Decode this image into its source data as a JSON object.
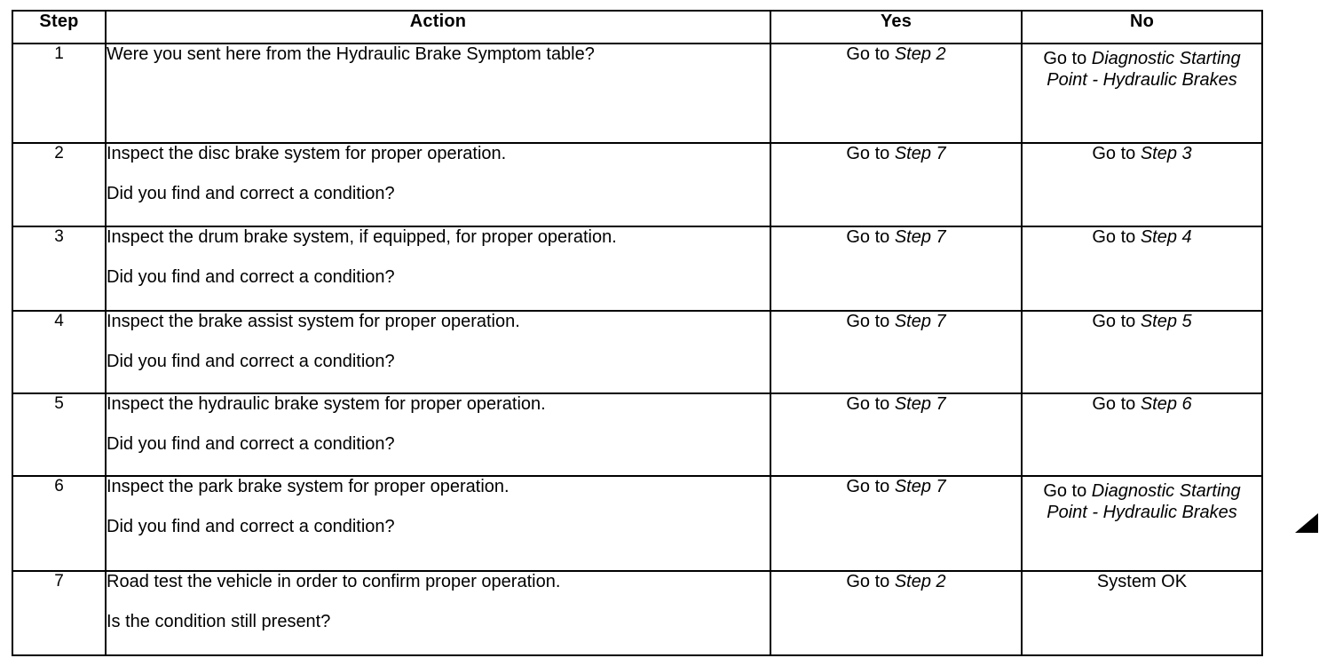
{
  "table": {
    "headers": [
      "Step",
      "Action",
      "Yes",
      "No"
    ],
    "rows": [
      {
        "step": "1",
        "action_line1": "Were you sent here from the Hydraulic Brake Symptom table?",
        "action_line2": "",
        "yes_prefix": "Go to ",
        "yes_ref": "Step 2",
        "yes_align": "bottom",
        "no_prefix": "Go to ",
        "no_ref": "Diagnostic Starting Point - Hydraulic Brakes",
        "no_align": "top"
      },
      {
        "step": "2",
        "action_line1": "Inspect the disc brake system for proper operation.",
        "action_line2": "Did you find and correct a condition?",
        "yes_prefix": "Go to ",
        "yes_ref": "Step 7",
        "yes_align": "bottom",
        "no_prefix": "Go to ",
        "no_ref": "Step 3",
        "no_align": "bottom"
      },
      {
        "step": "3",
        "action_line1": "Inspect the drum brake system, if equipped, for proper operation.",
        "action_line2": "Did you find and correct a condition?",
        "yes_prefix": "Go to ",
        "yes_ref": "Step 7",
        "yes_align": "bottom",
        "no_prefix": "Go to ",
        "no_ref": "Step 4",
        "no_align": "bottom"
      },
      {
        "step": "4",
        "action_line1": "Inspect the brake assist system for proper operation.",
        "action_line2": "Did you find and correct a condition?",
        "yes_prefix": "Go to ",
        "yes_ref": "Step 7",
        "yes_align": "bottom",
        "no_prefix": "Go to ",
        "no_ref": "Step 5",
        "no_align": "bottom"
      },
      {
        "step": "5",
        "action_line1": "Inspect the hydraulic brake system for proper operation.",
        "action_line2": "Did you find and correct a condition?",
        "yes_prefix": "Go to ",
        "yes_ref": "Step 7",
        "yes_align": "bottom",
        "no_prefix": "Go to ",
        "no_ref": "Step 6",
        "no_align": "bottom"
      },
      {
        "step": "6",
        "action_line1": "Inspect the park brake system for proper operation.",
        "action_line2": "Did you find and correct a condition?",
        "yes_prefix": "Go to ",
        "yes_ref": "Step 7",
        "yes_align": "bottom",
        "no_prefix": "Go to ",
        "no_ref": "Diagnostic Starting Point - Hydraulic Brakes",
        "no_align": "top"
      },
      {
        "step": "7",
        "action_line1": "Road test the vehicle in order to confirm proper operation.",
        "action_line2": "Is the condition still present?",
        "yes_prefix": "Go to ",
        "yes_ref": "Step 2",
        "yes_align": "bottom",
        "no_prefix": "System OK",
        "no_ref": "",
        "no_align": "bottom"
      }
    ]
  },
  "colors": {
    "border": "#000000",
    "text": "#000000",
    "background": "#ffffff"
  }
}
